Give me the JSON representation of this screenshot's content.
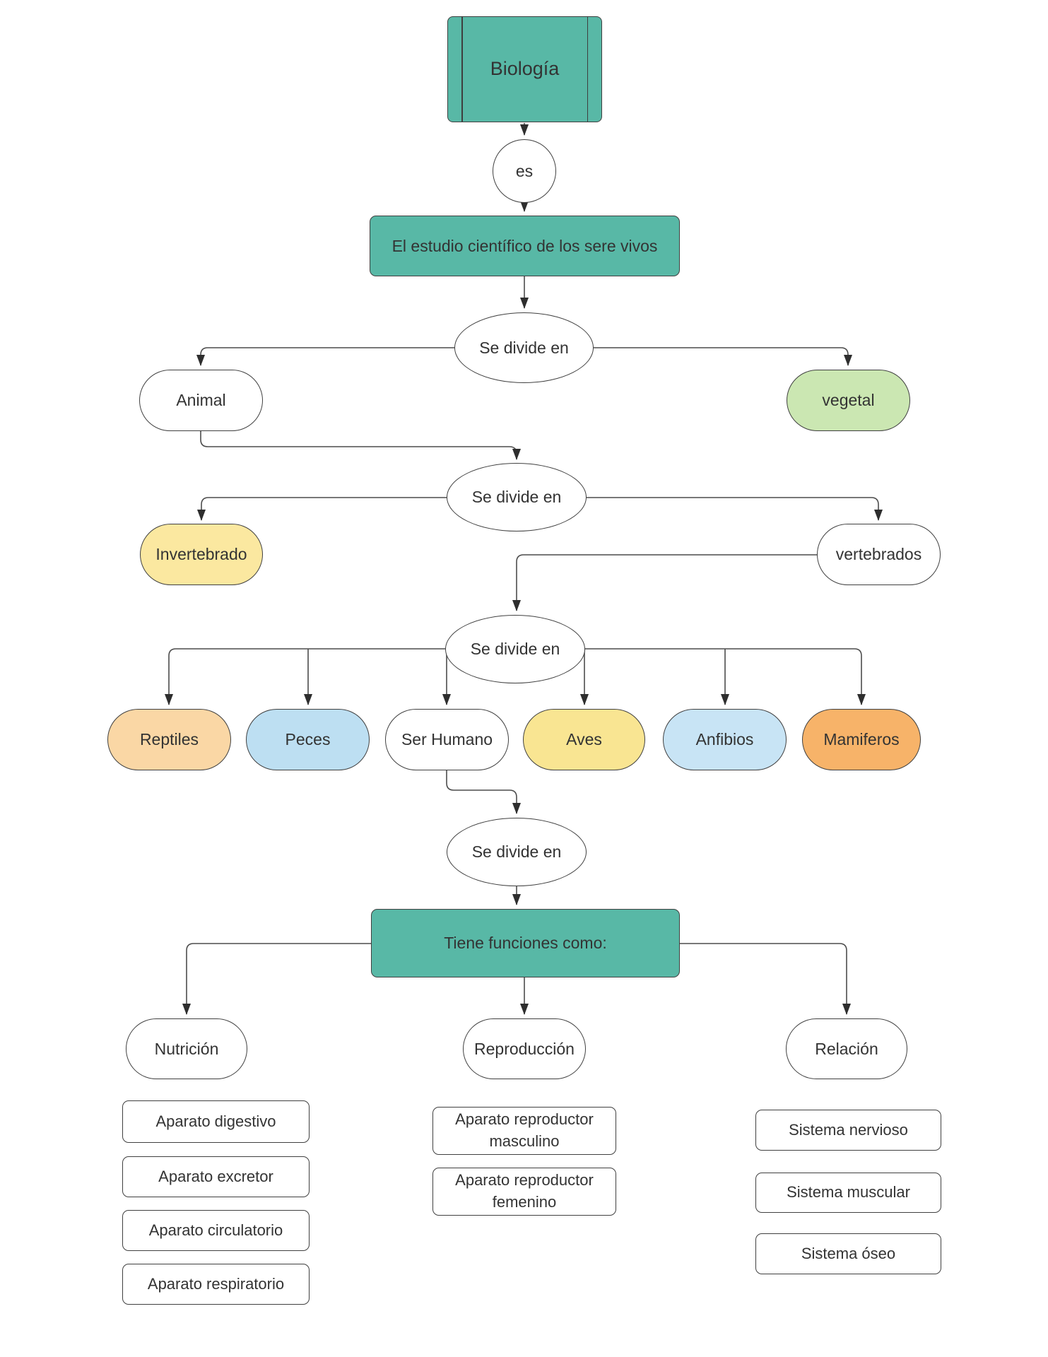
{
  "diagram_title": "Biología",
  "colors": {
    "teal": "#58b8a6",
    "green": "#cbe7b2",
    "yellow": "#fbe8a0",
    "yellow_deep": "#f9e592",
    "peach": "#fad7a5",
    "orange": "#f7b369",
    "blue": "#bddff2",
    "blue_light": "#c8e4f5",
    "white": "#ffffff",
    "line": "#4c4c4c",
    "text": "#333333"
  },
  "nodes": {
    "biologia": {
      "label": "Biología",
      "fill": "#58b8a6"
    },
    "es": {
      "label": "es",
      "fill": "#ffffff"
    },
    "definition": {
      "label": "El estudio científico de los sere vivos",
      "fill": "#58b8a6"
    },
    "divide1": {
      "label": "Se divide en",
      "fill": "#ffffff"
    },
    "animal": {
      "label": "Animal",
      "fill": "#ffffff"
    },
    "vegetal": {
      "label": "vegetal",
      "fill": "#cbe7b2"
    },
    "divide2": {
      "label": "Se divide en",
      "fill": "#ffffff"
    },
    "invertebrado": {
      "label": "Invertebrado",
      "fill": "#fbe8a0"
    },
    "vertebrados": {
      "label": "vertebrados",
      "fill": "#ffffff"
    },
    "divide3": {
      "label": "Se divide en",
      "fill": "#ffffff"
    },
    "reptiles": {
      "label": "Reptiles",
      "fill": "#fad7a5"
    },
    "peces": {
      "label": "Peces",
      "fill": "#bddff2"
    },
    "ser_humano": {
      "label": "Ser Humano",
      "fill": "#ffffff"
    },
    "aves": {
      "label": "Aves",
      "fill": "#f9e592"
    },
    "anfibios": {
      "label": "Anfibios",
      "fill": "#c8e4f5"
    },
    "mamiferos": {
      "label": "Mamiferos",
      "fill": "#f7b369"
    },
    "divide4": {
      "label": "Se divide en",
      "fill": "#ffffff"
    },
    "funciones": {
      "label": "Tiene funciones como:",
      "fill": "#58b8a6"
    },
    "nutricion": {
      "label": "Nutrición",
      "fill": "#ffffff"
    },
    "reproduccion": {
      "label": "Reproducción",
      "fill": "#ffffff"
    },
    "relacion": {
      "label": "Relación",
      "fill": "#ffffff"
    },
    "aparato_digestivo": {
      "label": "Aparato digestivo",
      "fill": "#ffffff"
    },
    "aparato_excretor": {
      "label": "Aparato excretor",
      "fill": "#ffffff"
    },
    "aparato_circulatorio": {
      "label": "Aparato circulatorio",
      "fill": "#ffffff"
    },
    "aparato_respiratorio": {
      "label": "Aparato respiratorio",
      "fill": "#ffffff"
    },
    "reproductor_masculino": {
      "label": "Aparato reproductor masculino",
      "fill": "#ffffff"
    },
    "reproductor_femenino": {
      "label": "Aparato reproductor femenino",
      "fill": "#ffffff"
    },
    "sistema_nervioso": {
      "label": "Sistema nervioso",
      "fill": "#ffffff"
    },
    "sistema_muscular": {
      "label": "Sistema muscular",
      "fill": "#ffffff"
    },
    "sistema_oseo": {
      "label": "Sistema óseo",
      "fill": "#ffffff"
    }
  }
}
